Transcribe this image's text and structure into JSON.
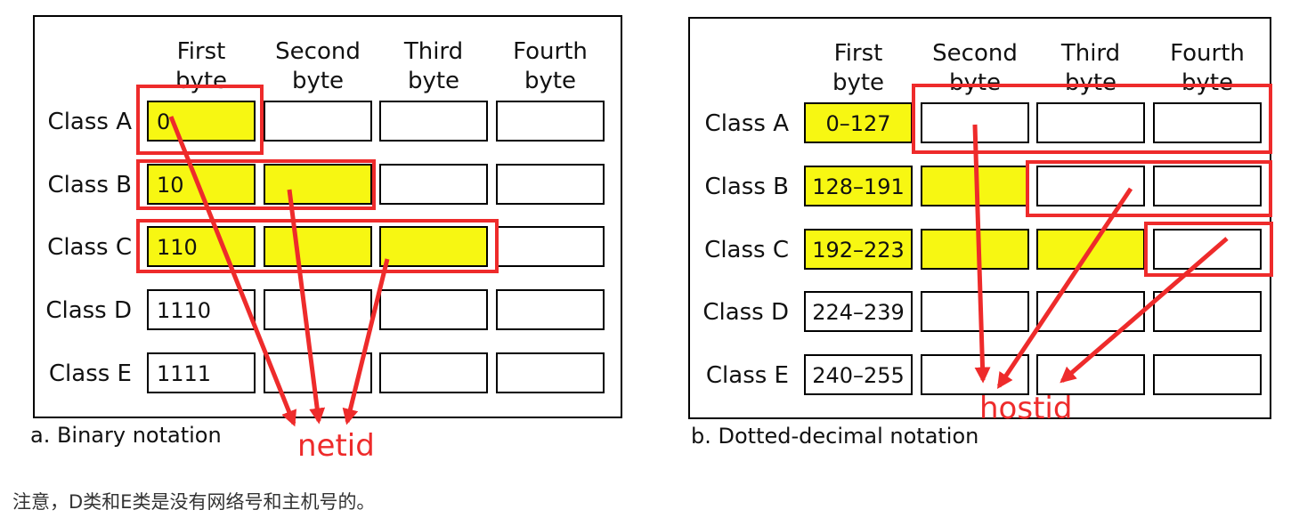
{
  "panels": [
    {
      "id": "binary",
      "caption": "a. Binary notation",
      "column_headers": [
        [
          "First",
          "byte"
        ],
        [
          "Second",
          "byte"
        ],
        [
          "Third",
          "byte"
        ],
        [
          "Fourth",
          "byte"
        ]
      ],
      "rows": [
        {
          "label": "Class A",
          "first_byte": "0",
          "highlighted_bytes": 1
        },
        {
          "label": "Class B",
          "first_byte": "10",
          "highlighted_bytes": 2
        },
        {
          "label": "Class C",
          "first_byte": "110",
          "highlighted_bytes": 3
        },
        {
          "label": "Class D",
          "first_byte": "1110",
          "highlighted_bytes": 0
        },
        {
          "label": "Class E",
          "first_byte": "1111",
          "highlighted_bytes": 0
        }
      ],
      "annotation": "netid"
    },
    {
      "id": "dotted",
      "caption": "b. Dotted-decimal notation",
      "column_headers": [
        [
          "First",
          "byte"
        ],
        [
          "Second",
          "byte"
        ],
        [
          "Third",
          "byte"
        ],
        [
          "Fourth",
          "byte"
        ]
      ],
      "rows": [
        {
          "label": "Class A",
          "first_byte": "0–127",
          "highlighted_bytes": 1
        },
        {
          "label": "Class B",
          "first_byte": "128–191",
          "highlighted_bytes": 2
        },
        {
          "label": "Class C",
          "first_byte": "192–223",
          "highlighted_bytes": 3
        },
        {
          "label": "Class D",
          "first_byte": "224–239",
          "highlighted_bytes": 0
        },
        {
          "label": "Class E",
          "first_byte": "240–255",
          "highlighted_bytes": 0
        }
      ],
      "annotation": "hostid"
    }
  ],
  "note": "注意，D类和E类是没有网络号和主机号的。",
  "colors": {
    "highlight": "#f7f712",
    "annotation": "#ee2b2b",
    "frame": "#000000",
    "note_text": "#333333"
  }
}
